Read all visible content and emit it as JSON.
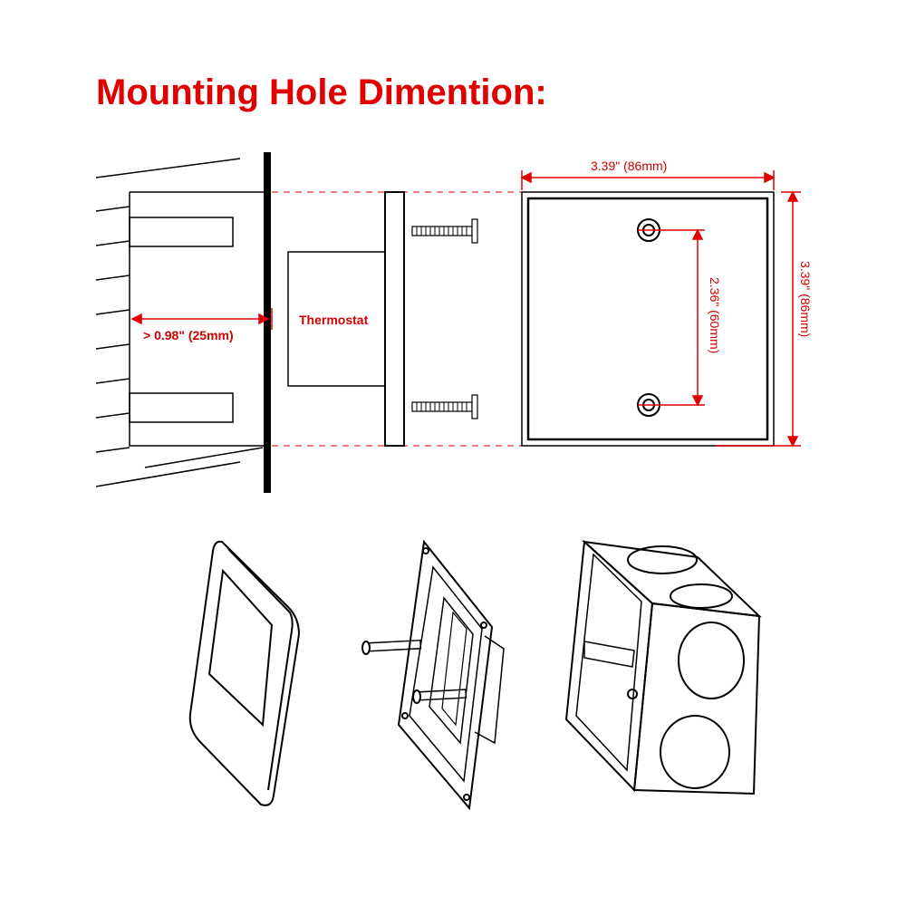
{
  "title": "Mounting Hole Dimention:",
  "labels": {
    "thermostat": "Thermostat",
    "depth": "> 0.98\" (25mm)",
    "width": "3.39\" (86mm)",
    "height": "3.39\" (86mm)",
    "hole_spacing": "2.36\" (60mm)"
  },
  "colors": {
    "accent": "#e00000",
    "line": "#000000"
  }
}
